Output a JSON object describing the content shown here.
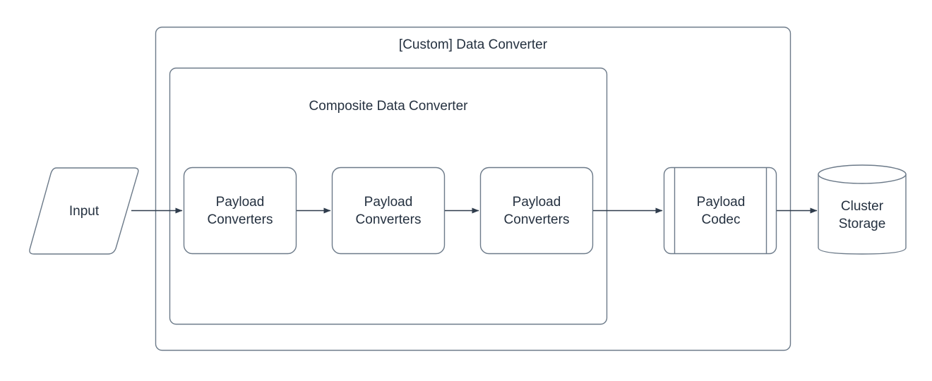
{
  "diagram": {
    "title": "[Custom] Data Converter",
    "background_color": "#ffffff",
    "stroke_color": "#6c7a89",
    "text_color": "#253140",
    "arrow_color": "#2f3c4c",
    "containers": [
      {
        "id": "custom-data-converter",
        "label": "[Custom] Data Converter"
      },
      {
        "id": "composite-data-converter",
        "label": "Composite Data Converter"
      }
    ],
    "nodes": [
      {
        "id": "input",
        "label": "Input",
        "shape": "parallelogram"
      },
      {
        "id": "pc1",
        "label": "Payload\nConverters",
        "shape": "rounded-rectangle"
      },
      {
        "id": "pc2",
        "label": "Payload\nConverters",
        "shape": "rounded-rectangle"
      },
      {
        "id": "pc3",
        "label": "Payload\nConverters",
        "shape": "rounded-rectangle"
      },
      {
        "id": "codec",
        "label": "Payload\nCodec",
        "shape": "process"
      },
      {
        "id": "storage",
        "label": "Cluster\nStorage",
        "shape": "cylinder"
      }
    ],
    "edges": [
      {
        "from": "input",
        "to": "pc1"
      },
      {
        "from": "pc1",
        "to": "pc2"
      },
      {
        "from": "pc2",
        "to": "pc3"
      },
      {
        "from": "pc3",
        "to": "codec"
      },
      {
        "from": "codec",
        "to": "storage"
      }
    ]
  }
}
